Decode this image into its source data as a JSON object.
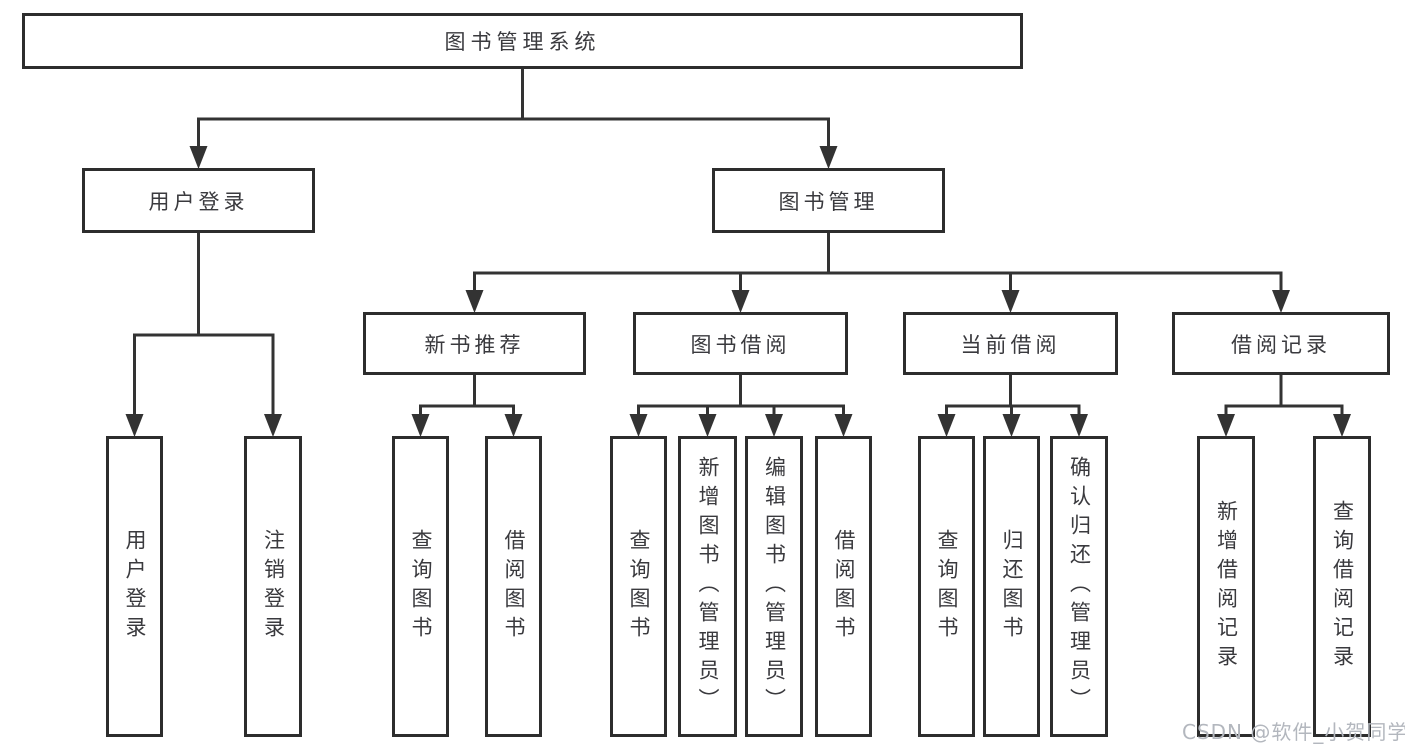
{
  "nodes": {
    "root": "图书管理系统",
    "user_login": "用户登录",
    "book_mgmt": "图书管理",
    "new_book_rec": "新书推荐",
    "book_borrow": "图书借阅",
    "current_borrow": "当前借阅",
    "borrow_record": "借阅记录",
    "leaf_user_login": "用户登录",
    "leaf_logout": "注销登录",
    "leaf_query_book_1": "查询图书",
    "leaf_borrow_book_1": "借阅图书",
    "leaf_query_book_2": "查询图书",
    "leaf_add_book": "新增图书（管理员）",
    "leaf_edit_book": "编辑图书（管理员）",
    "leaf_borrow_book_2": "借阅图书",
    "leaf_query_book_3": "查询图书",
    "leaf_return_book": "归还图书",
    "leaf_confirm_return": "确认归还（管理员）",
    "leaf_add_record": "新增借阅记录",
    "leaf_query_record": "查询借阅记录"
  },
  "hierarchy": {
    "root": [
      "user_login",
      "book_mgmt"
    ],
    "user_login": [
      "leaf_user_login",
      "leaf_logout"
    ],
    "book_mgmt": [
      "new_book_rec",
      "book_borrow",
      "current_borrow",
      "borrow_record"
    ],
    "new_book_rec": [
      "leaf_query_book_1",
      "leaf_borrow_book_1"
    ],
    "book_borrow": [
      "leaf_query_book_2",
      "leaf_add_book",
      "leaf_edit_book",
      "leaf_borrow_book_2"
    ],
    "current_borrow": [
      "leaf_query_book_3",
      "leaf_return_book",
      "leaf_confirm_return"
    ],
    "borrow_record": [
      "leaf_add_record",
      "leaf_query_record"
    ]
  },
  "watermark": "CSDN @软件_小贺同学",
  "colors": {
    "connector_line": "#333333",
    "box_border": "#2d2d2d",
    "box_text": "#3a3a3e",
    "background": "#ffffff",
    "watermark_text": "#b3b7be"
  }
}
